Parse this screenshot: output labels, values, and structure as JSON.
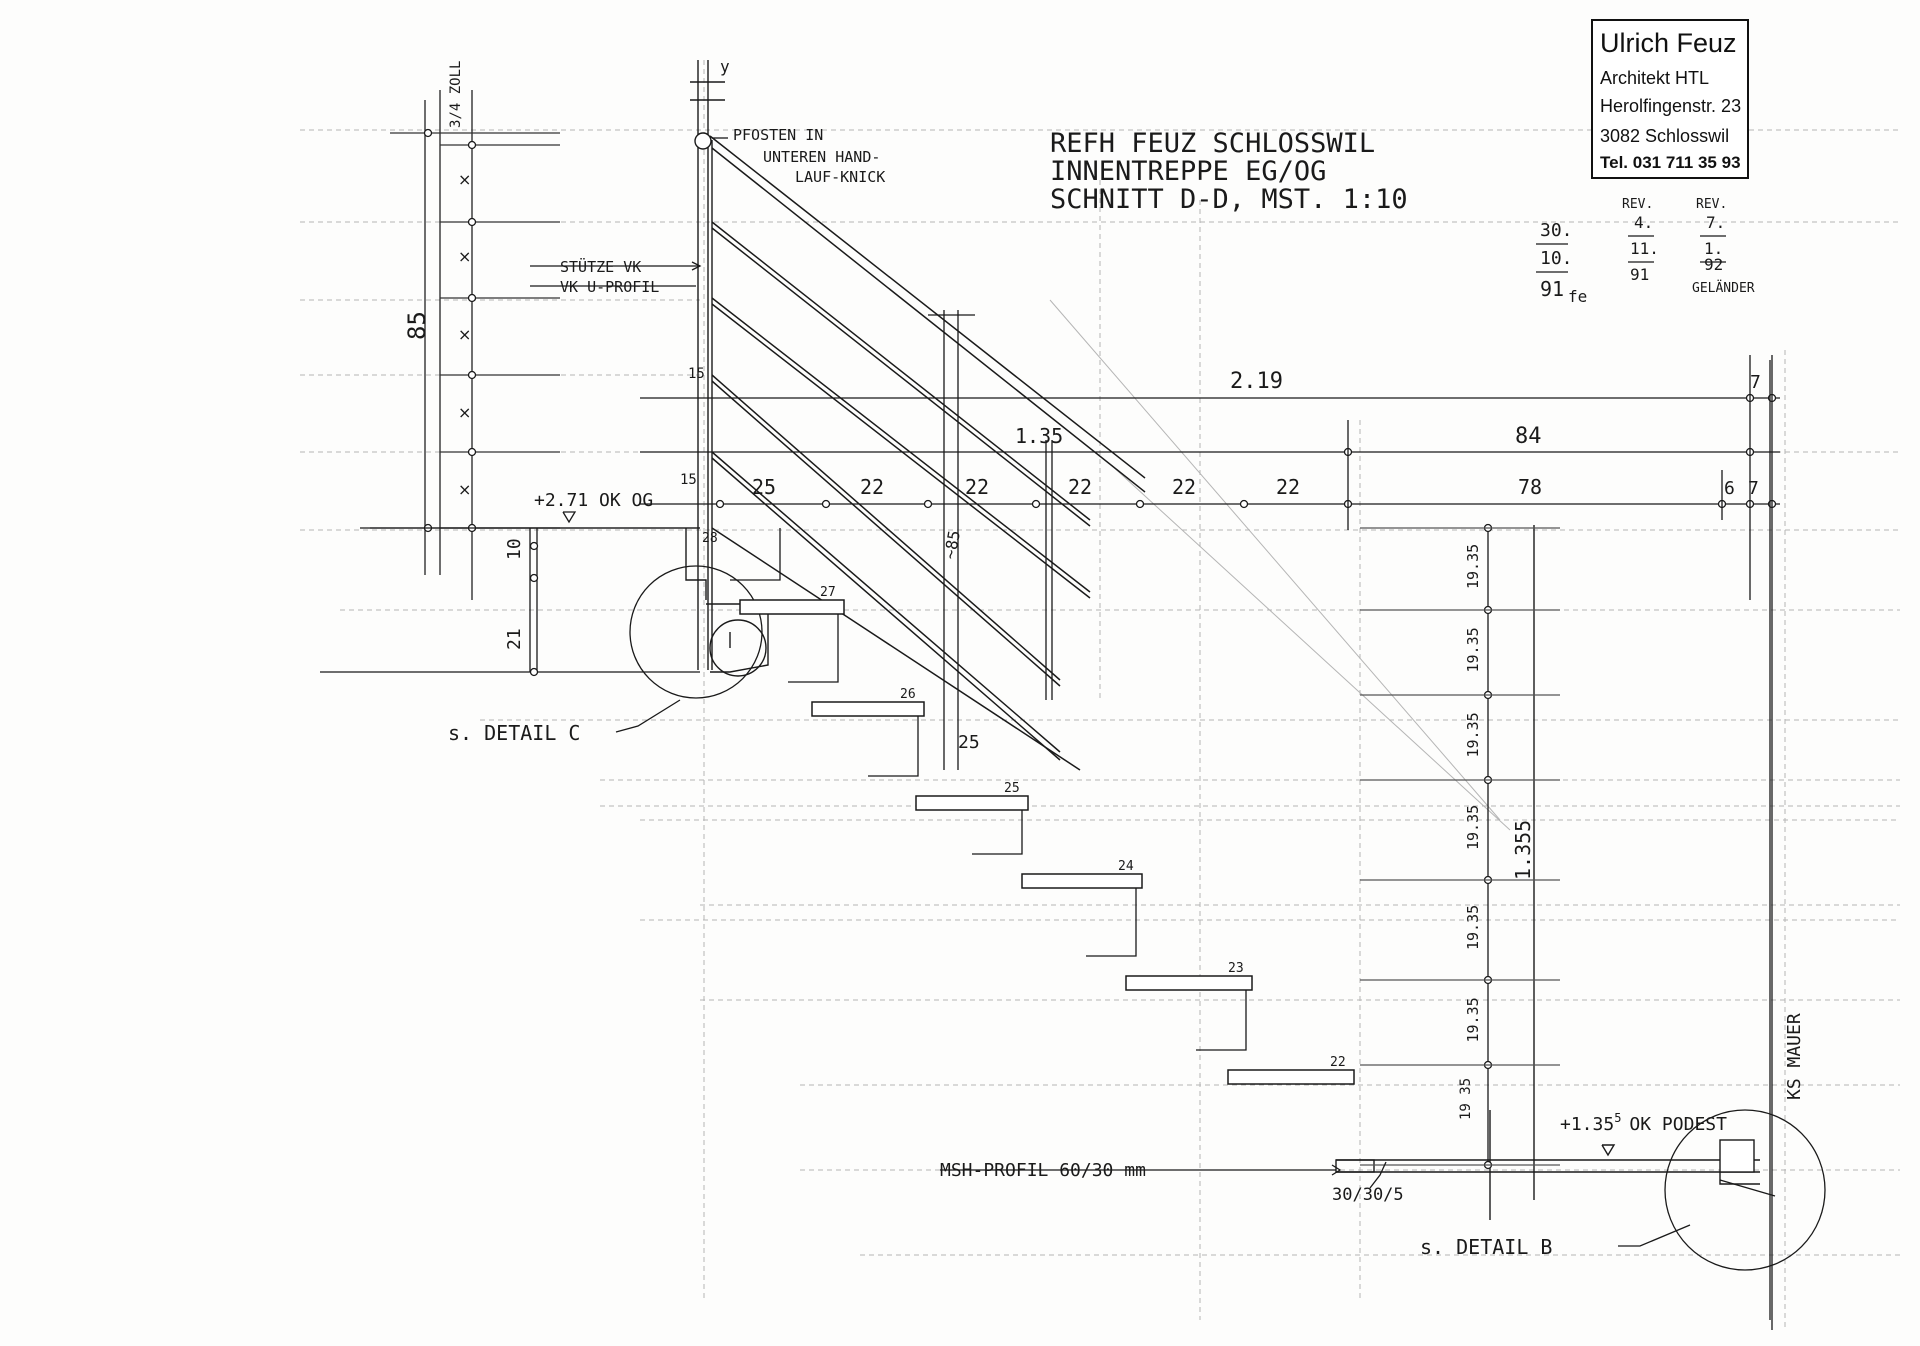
{
  "stamp": {
    "name": "Ulrich Feuz",
    "title": "Architekt HTL",
    "street": "Herolfingenstr. 23",
    "city": "3082 Schlosswil",
    "phone": "Tel. 031 711 35 93"
  },
  "title_block": {
    "line1": "REFH FEUZ SCHLOSSWIL",
    "line2": "INNENTREPPE EG/OG",
    "line3": "SCHNITT D-D, MST. 1:10"
  },
  "revisions": {
    "header_rev1": "REV.",
    "header_rev2": "REV.",
    "date_orig_day": "30.",
    "date_orig_month": "10.",
    "date_orig_year": "91",
    "initials": "fe",
    "rev1_day": "4.",
    "rev1_month": "11.",
    "rev1_year": "91",
    "rev2_day": "7.",
    "rev2_month": "1.",
    "rev2_year": "92",
    "rev2_note": "GELÄNDER"
  },
  "annotations": {
    "post_note1": "PFOSTEN IN",
    "post_note2": "UNTEREN HAND-",
    "post_note3": "LAUF-KNICK",
    "support_note1": "STÜTZE VK",
    "support_note2": "VK U-PROFIL",
    "level_og": "+2.71 OK OG",
    "level_podest": "+1.35",
    "level_podest_sup": "5",
    "level_podest_text": "OK PODEST",
    "detail_c": "s. DETAIL C",
    "detail_b": "s. DETAIL B",
    "profile": "MSH-PROFIL 60/30 mm",
    "profile_small": "30/30/5",
    "wall": "KS MAUER",
    "axis_y": "y",
    "zoll": "3/4 ZOLL"
  },
  "dimensions": {
    "height_85": "85",
    "d_10": "10",
    "d_21": "21",
    "d_15a": "15",
    "d_15b": "15",
    "d_25a": "25",
    "d_22a": "22",
    "d_22b": "22",
    "d_22c": "22",
    "d_22d": "22",
    "d_22e": "22",
    "d_78": "78",
    "d_6": "6",
    "d_7a": "7",
    "d_7b": "7",
    "d_84": "84",
    "d_219": "2.19",
    "d_135": "1.35",
    "d_1355": "1.355",
    "d_diag85": "~85",
    "d_25b": "25",
    "riser": "19.35",
    "riser_small": "19 35"
  },
  "steps": [
    "28",
    "27",
    "26",
    "25",
    "24",
    "23",
    "22"
  ],
  "colors": {
    "ink": "#1a1a1a",
    "construction": "#9a9a9a",
    "paper": "#fdfdfc"
  }
}
